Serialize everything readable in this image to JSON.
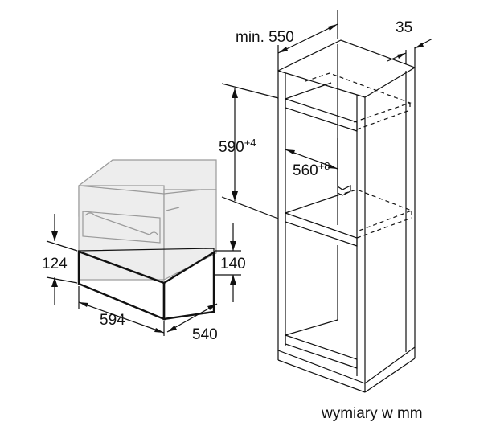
{
  "labels": {
    "cabinet_width": "min. 550",
    "cabinet_depth": "35",
    "niche_height": "590",
    "niche_height_tol": "+4",
    "niche_width": "560",
    "niche_width_tol": "+8",
    "drawer_front_height": "124",
    "drawer_body_height": "140",
    "drawer_width": "594",
    "drawer_depth": "540",
    "units_note": "wymiary w mm"
  }
}
